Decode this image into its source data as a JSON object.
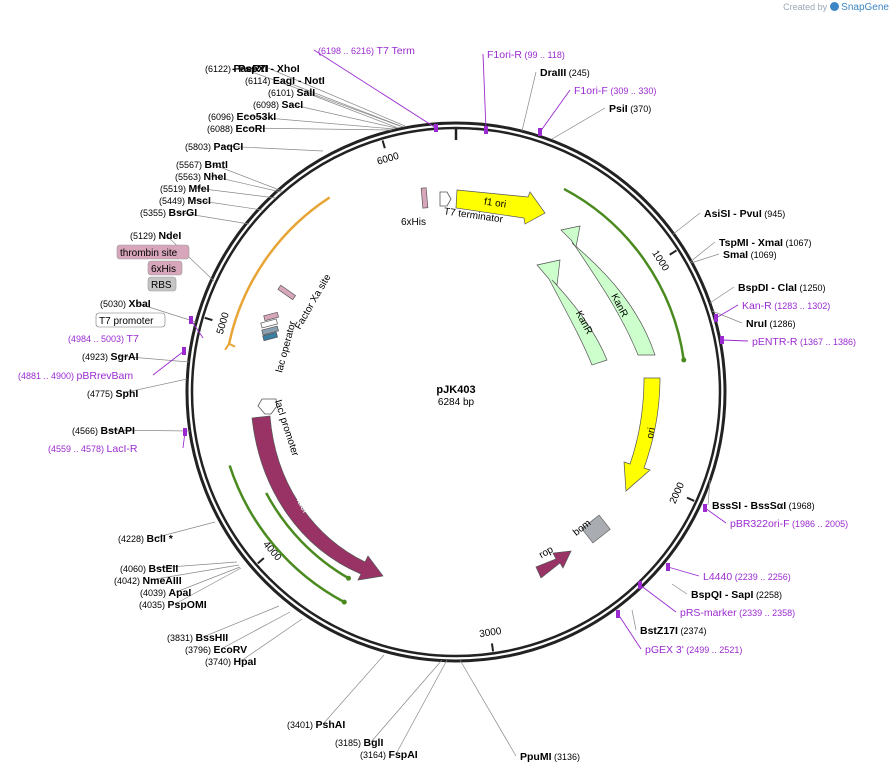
{
  "app": {
    "created_by": "Created by",
    "brand": "SnapGene"
  },
  "plasmid": {
    "name": "pJK403",
    "length_label": "6284 bp",
    "total_bp": 6284
  },
  "ticks": [
    {
      "bp": 1000,
      "label": "1000"
    },
    {
      "bp": 2000,
      "label": "2000"
    },
    {
      "bp": 3000,
      "label": "3000"
    },
    {
      "bp": 4000,
      "label": "4000"
    },
    {
      "bp": 5000,
      "label": "5000"
    },
    {
      "bp": 6000,
      "label": "6000"
    }
  ],
  "enzymes": [
    {
      "name": "PaeR7I",
      "pos": "(6122)",
      "bp": 6122,
      "side": "left"
    },
    {
      "name": "- PspXI  - XhoI",
      "pos": "",
      "bp": 6122,
      "side": "left"
    },
    {
      "name": "EagI  - NotI",
      "pos": "(6114)",
      "bp": 6114,
      "side": "left"
    },
    {
      "name": "SalI",
      "pos": "(6101)",
      "bp": 6101,
      "side": "left"
    },
    {
      "name": "SacI",
      "pos": "(6098)",
      "bp": 6098,
      "side": "left"
    },
    {
      "name": "Eco53kI",
      "pos": "(6096)",
      "bp": 6096,
      "side": "left"
    },
    {
      "name": "EcoRI",
      "pos": "(6088)",
      "bp": 6088,
      "side": "left"
    },
    {
      "name": "PaqCI",
      "pos": "(5803)",
      "bp": 5803,
      "side": "left"
    },
    {
      "name": "BmtI",
      "pos": "(5567)",
      "bp": 5567,
      "side": "left"
    },
    {
      "name": "NheI",
      "pos": "(5563)",
      "bp": 5563,
      "side": "left"
    },
    {
      "name": "MfeI",
      "pos": "(5519)",
      "bp": 5519,
      "side": "left"
    },
    {
      "name": "MscI",
      "pos": "(5449)",
      "bp": 5449,
      "side": "left"
    },
    {
      "name": "BsrGI",
      "pos": "(5355)",
      "bp": 5355,
      "side": "left"
    },
    {
      "name": "NdeI",
      "pos": "(5129)",
      "bp": 5129,
      "side": "left"
    },
    {
      "name": "XbaI",
      "pos": "(5030)",
      "bp": 5030,
      "side": "left"
    },
    {
      "name": "SgrAI",
      "pos": "(4923)",
      "bp": 4923,
      "side": "left"
    },
    {
      "name": "SphI",
      "pos": "(4775)",
      "bp": 4775,
      "side": "left"
    },
    {
      "name": "BstAPI",
      "pos": "(4566)",
      "bp": 4566,
      "side": "left"
    },
    {
      "name": "BclI *",
      "pos": "(4228)",
      "bp": 4228,
      "side": "left"
    },
    {
      "name": "BstEII",
      "pos": "(4060)",
      "bp": 4060,
      "side": "left"
    },
    {
      "name": "NmeAIII",
      "pos": "(4042)",
      "bp": 4042,
      "side": "left"
    },
    {
      "name": "ApaI",
      "pos": "(4039)",
      "bp": 4039,
      "side": "left"
    },
    {
      "name": "PspOMI",
      "pos": "(4035)",
      "bp": 4035,
      "side": "left"
    },
    {
      "name": "BssHII",
      "pos": "(3831)",
      "bp": 3831,
      "side": "left"
    },
    {
      "name": "EcoRV",
      "pos": "(3796)",
      "bp": 3796,
      "side": "left"
    },
    {
      "name": "HpaI",
      "pos": "(3740)",
      "bp": 3740,
      "side": "left"
    },
    {
      "name": "PshAI",
      "pos": "(3401)",
      "bp": 3401,
      "side": "left"
    },
    {
      "name": "BglI",
      "pos": "(3185)",
      "bp": 3185,
      "side": "left"
    },
    {
      "name": "FspAI",
      "pos": "(3164)",
      "bp": 3164,
      "side": "left"
    },
    {
      "name": "PpuMI",
      "pos": "(3136)",
      "bp": 3136,
      "side": "right"
    },
    {
      "name": "DraIII",
      "pos": "(245)",
      "bp": 245,
      "side": "right"
    },
    {
      "name": "PsiI",
      "pos": "(370)",
      "bp": 370,
      "side": "right"
    },
    {
      "name": "AsiSI  - PvuI",
      "pos": "(945)",
      "bp": 945,
      "side": "right"
    },
    {
      "name": "TspMI  - XmaI",
      "pos": "(1067)",
      "bp": 1067,
      "side": "right"
    },
    {
      "name": "SmaI",
      "pos": "(1069)",
      "bp": 1069,
      "side": "right"
    },
    {
      "name": "BspDI  - ClaI",
      "pos": "(1250)",
      "bp": 1250,
      "side": "right"
    },
    {
      "name": "NruI",
      "pos": "(1286)",
      "bp": 1286,
      "side": "right"
    },
    {
      "name": "BssSI  - BssSαI",
      "pos": "(1968)",
      "bp": 1968,
      "side": "right"
    },
    {
      "name": "BspQI  - SapI",
      "pos": "(2258)",
      "bp": 2258,
      "side": "right"
    },
    {
      "name": "BstZ17I",
      "pos": "(2374)",
      "bp": 2374,
      "side": "right"
    }
  ],
  "primers": [
    {
      "name": "T7 Term",
      "range": "(6198 .. 6216)",
      "bp": 6207
    },
    {
      "name": "F1ori-R",
      "range": "(99 .. 118)",
      "bp": 108
    },
    {
      "name": "F1ori-F",
      "range": "(309 .. 330)",
      "bp": 320
    },
    {
      "name": "Kan-R",
      "range": "(1283 .. 1302)",
      "bp": 1292
    },
    {
      "name": "pENTR-R",
      "range": "(1367 .. 1386)",
      "bp": 1376
    },
    {
      "name": "pBR322ori-F",
      "range": "(1986 .. 2005)",
      "bp": 1995
    },
    {
      "name": "L4440",
      "range": "(2239 .. 2256)",
      "bp": 2247
    },
    {
      "name": "pRS-marker",
      "range": "(2339 .. 2358)",
      "bp": 2348
    },
    {
      "name": "pGEX 3'",
      "range": "(2499 .. 2521)",
      "bp": 2510
    },
    {
      "name": "T7",
      "range": "(4984 .. 5003)",
      "bp": 4993
    },
    {
      "name": "pBRrevBam",
      "range": "(4881 .. 4900)",
      "bp": 4890
    },
    {
      "name": "LacI-R",
      "range": "(4559 .. 4578)",
      "bp": 4568
    }
  ],
  "boxed_features": [
    {
      "name": "thrombin site",
      "color": "#d7a6ba"
    },
    {
      "name": "6xHis",
      "color": "#d7a6ba"
    },
    {
      "name": "RBS",
      "color": "#c5c5c5"
    },
    {
      "name": "T7 promoter",
      "color": "#ffffff"
    }
  ],
  "features": [
    {
      "name": "f1 ori",
      "color": "#ffff00"
    },
    {
      "name": "KanR",
      "color": "#ccffcc"
    },
    {
      "name": "KanR",
      "color": "#ccffcc"
    },
    {
      "name": "ori",
      "color": "#ffff00"
    },
    {
      "name": "bom",
      "color": "#a9adb2"
    },
    {
      "name": "rop",
      "color": "#993366"
    },
    {
      "name": "lacI",
      "color": "#993366"
    },
    {
      "name": "lacI promoter",
      "color": "#ffffff"
    },
    {
      "name": "lac operator",
      "color": "#ffffff"
    },
    {
      "name": "Factor Xa site",
      "color": "#d7a6ba"
    },
    {
      "name": "6xHis",
      "color": "#d7a6ba"
    },
    {
      "name": "T7 terminator",
      "color": "#ffffff"
    }
  ],
  "colors": {
    "backbone": "#222222",
    "primer": "#9b2bd0",
    "orf_orange": "#e8a435",
    "orf_green": "#4a8a1f"
  }
}
